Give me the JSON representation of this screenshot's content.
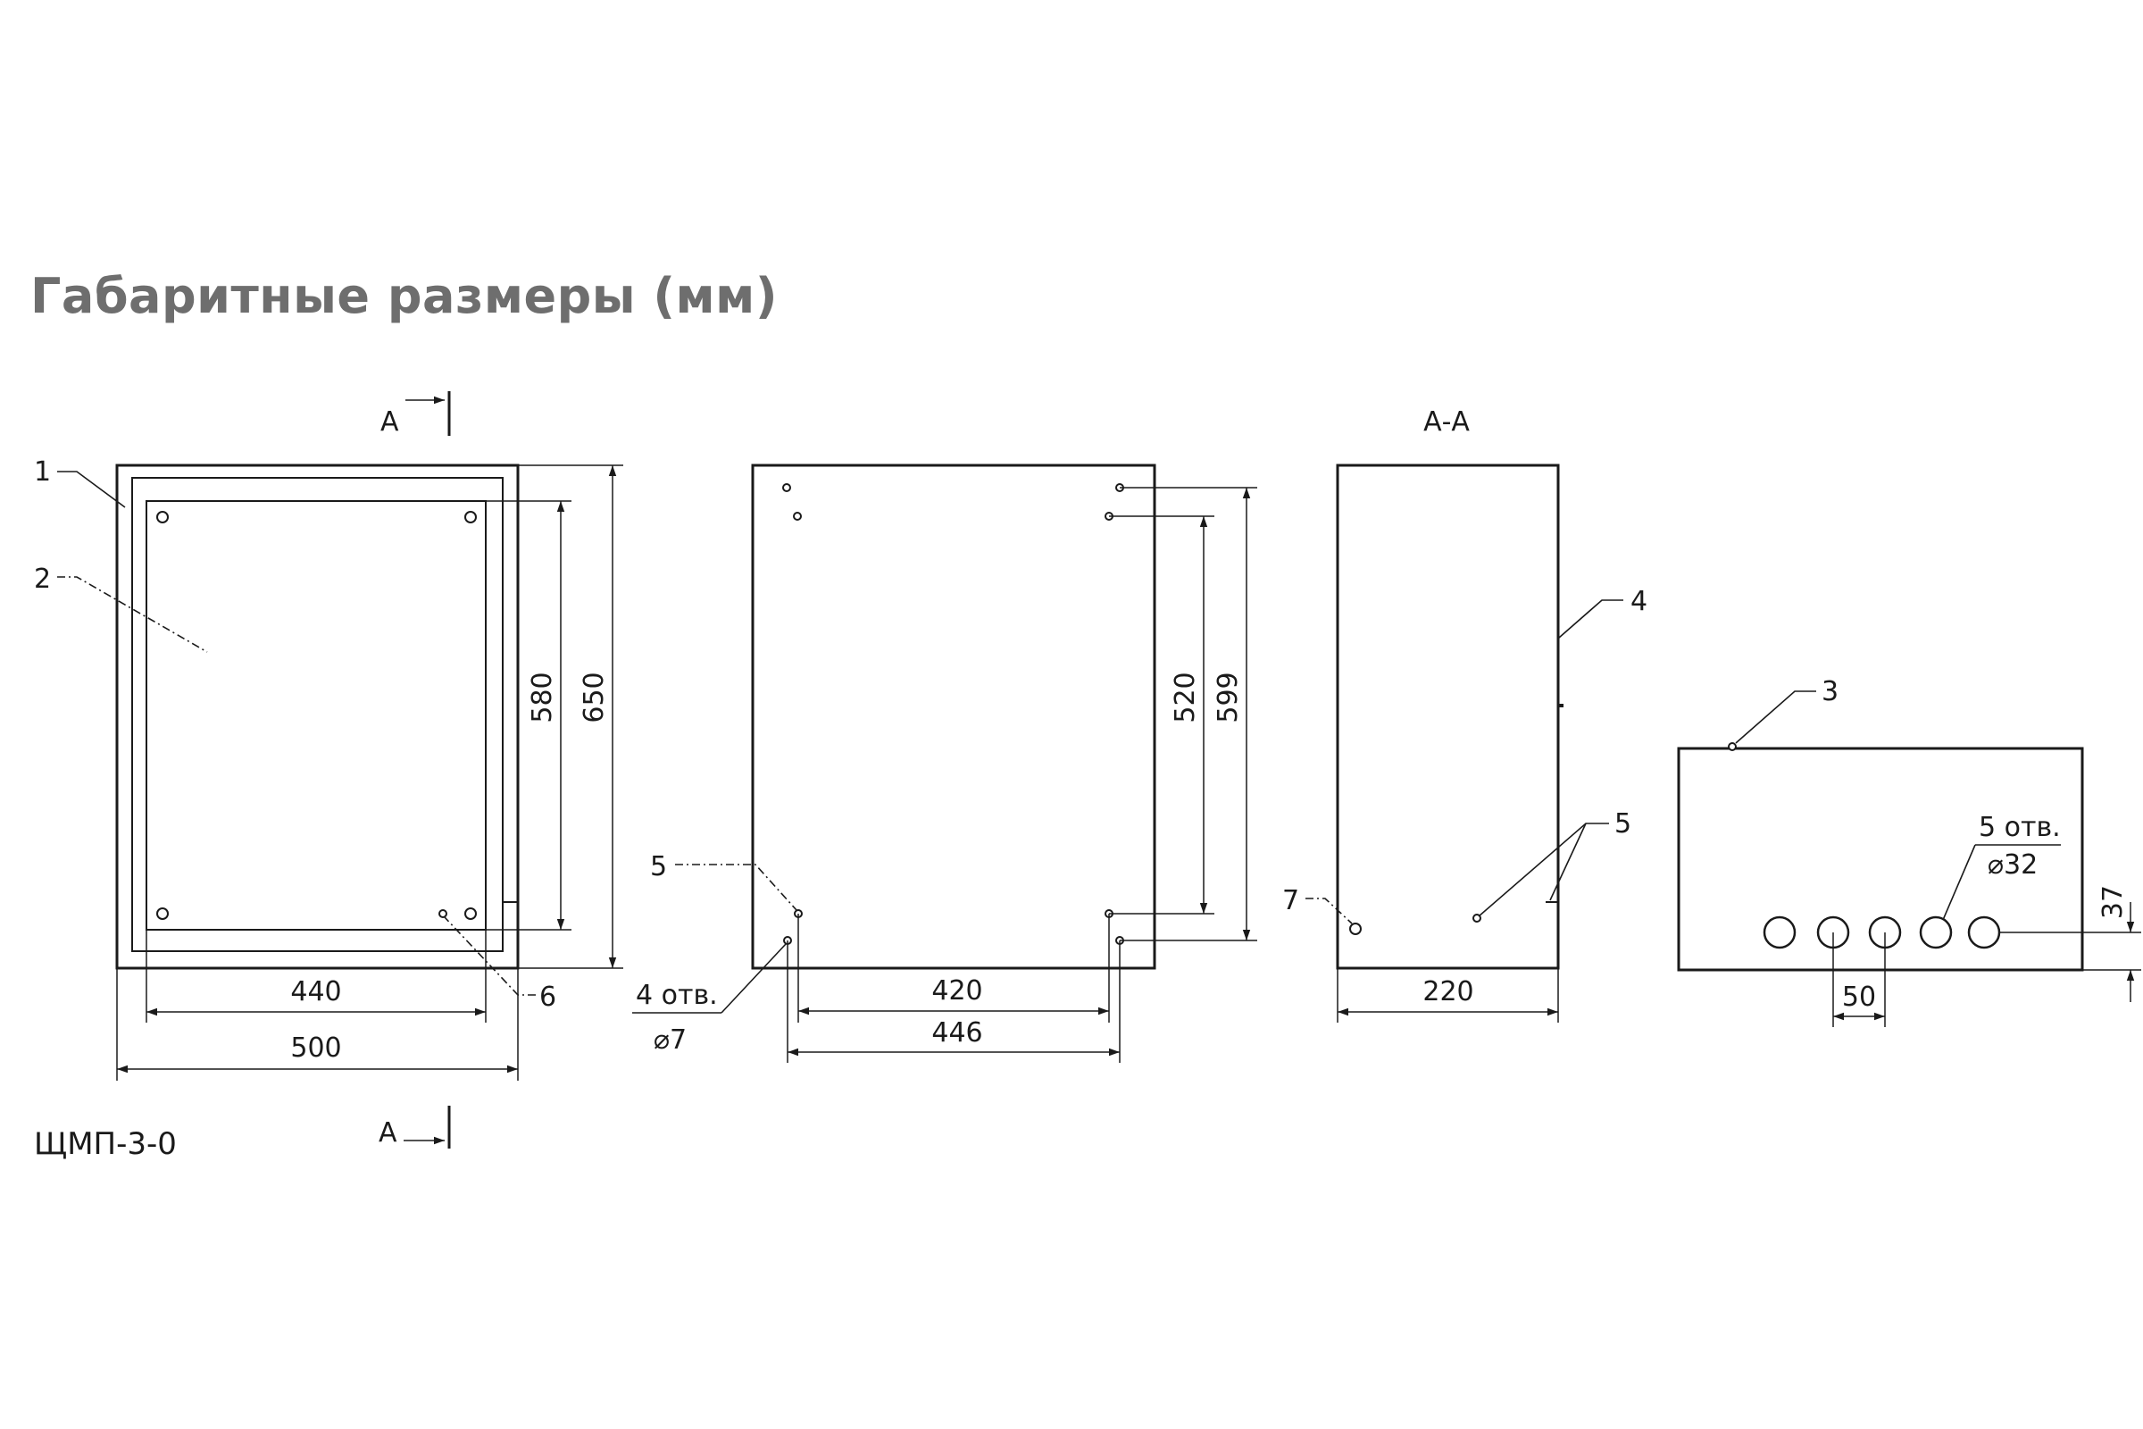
{
  "title": "Габаритные размеры (мм)",
  "model": "ЩМП-3-0",
  "section": {
    "mark": "А",
    "view_label": "А-А"
  },
  "callouts": {
    "c1": "1",
    "c2": "2",
    "c3": "3",
    "c4": "4",
    "c5a": "5",
    "c5b": "5",
    "c6": "6",
    "c7": "7"
  },
  "dimensions": {
    "front_width_inner": "440",
    "front_width_outer": "500",
    "front_height_inner": "580",
    "front_height_outer": "650",
    "back_width_holes": "420",
    "back_width_outer_holes": "446",
    "back_height_holes": "520",
    "back_height_outer_holes": "599",
    "side_depth": "220",
    "bottom_pitch": "50",
    "bottom_height": "37"
  },
  "notes": {
    "mount_holes_count": "4 отв.",
    "mount_holes_diameter": "⌀7",
    "cable_holes_count": "5 отв.",
    "cable_holes_diameter": "⌀32"
  }
}
